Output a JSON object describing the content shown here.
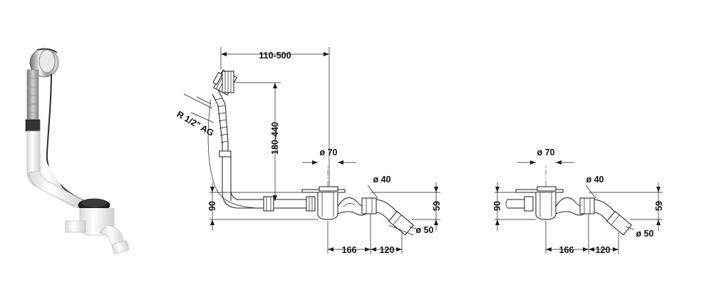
{
  "dimensions": {
    "d1": "110-500",
    "d2": "180-440",
    "d3": "R 1/2\" AG",
    "d4": "ø 70",
    "d5": "ø 40",
    "d6": "90",
    "d7": "59",
    "d8": "166",
    "d9": "120",
    "d10": "ø 50",
    "d11": "ø 70",
    "d12": "ø 40",
    "d13": "90",
    "d14": "59",
    "d15": "166",
    "d16": "120",
    "d17": "ø 50"
  }
}
